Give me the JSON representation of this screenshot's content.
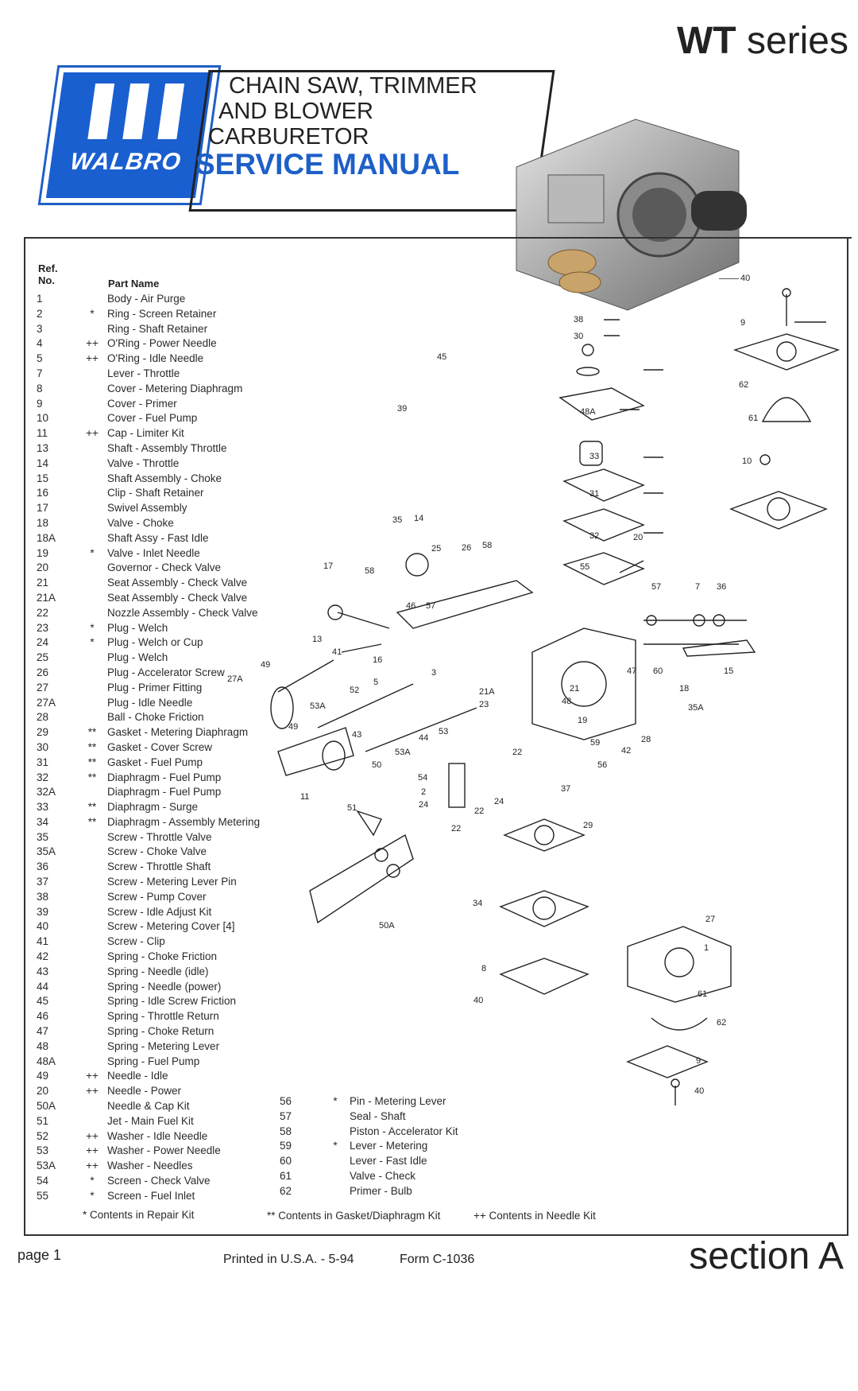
{
  "header": {
    "series_bold": "WT",
    "series_rest": "series",
    "logo_text": "WALBRO",
    "title_lines": [
      "CHAIN SAW, TRIMMER",
      "AND BLOWER",
      "CARBURETOR"
    ],
    "manual_title": "SERVICE MANUAL"
  },
  "table": {
    "ref_header_1": "Ref.",
    "ref_header_2": "No.",
    "name_header": "Part Name",
    "left": [
      {
        "no": "1",
        "mark": "",
        "name": "Body - Air Purge"
      },
      {
        "no": "2",
        "mark": "*",
        "name": "Ring - Screen Retainer"
      },
      {
        "no": "3",
        "mark": "",
        "name": "Ring - Shaft Retainer"
      },
      {
        "no": "4",
        "mark": "++",
        "name": "O'Ring - Power Needle"
      },
      {
        "no": "5",
        "mark": "++",
        "name": "O'Ring - Idle Needle"
      },
      {
        "no": "7",
        "mark": "",
        "name": "Lever - Throttle"
      },
      {
        "no": "8",
        "mark": "",
        "name": "Cover - Metering Diaphragm"
      },
      {
        "no": "9",
        "mark": "",
        "name": "Cover - Primer"
      },
      {
        "no": "10",
        "mark": "",
        "name": "Cover - Fuel Pump"
      },
      {
        "no": "11",
        "mark": "++",
        "name": "Cap - Limiter Kit"
      },
      {
        "no": "13",
        "mark": "",
        "name": "Shaft - Assembly Throttle"
      },
      {
        "no": "14",
        "mark": "",
        "name": "Valve - Throttle"
      },
      {
        "no": "15",
        "mark": "",
        "name": "Shaft Assembly - Choke"
      },
      {
        "no": "16",
        "mark": "",
        "name": "Clip - Shaft Retainer"
      },
      {
        "no": "17",
        "mark": "",
        "name": "Swivel Assembly"
      },
      {
        "no": "18",
        "mark": "",
        "name": "Valve - Choke"
      },
      {
        "no": "18A",
        "mark": "",
        "name": "Shaft Assy - Fast Idle"
      },
      {
        "no": "19",
        "mark": "*",
        "name": "Valve - Inlet Needle"
      },
      {
        "no": "20",
        "mark": "",
        "name": "Governor - Check Valve"
      },
      {
        "no": "21",
        "mark": "",
        "name": "Seat Assembly - Check Valve"
      },
      {
        "no": "21A",
        "mark": "",
        "name": "Seat Assembly - Check Valve"
      },
      {
        "no": "22",
        "mark": "",
        "name": "Nozzle Assembly - Check Valve"
      },
      {
        "no": "23",
        "mark": "*",
        "name": "Plug - Welch"
      },
      {
        "no": "24",
        "mark": "*",
        "name": "Plug - Welch or Cup"
      },
      {
        "no": "25",
        "mark": "",
        "name": "Plug - Welch"
      },
      {
        "no": "26",
        "mark": "",
        "name": "Plug - Accelerator Screw"
      },
      {
        "no": "27",
        "mark": "",
        "name": "Plug - Primer Fitting"
      },
      {
        "no": "27A",
        "mark": "",
        "name": "Plug - Idle Needle"
      },
      {
        "no": "28",
        "mark": "",
        "name": "Ball - Choke Friction"
      },
      {
        "no": "29",
        "mark": "**",
        "name": "Gasket - Metering Diaphragm"
      },
      {
        "no": "30",
        "mark": "**",
        "name": "Gasket - Cover Screw"
      },
      {
        "no": "31",
        "mark": "**",
        "name": "Gasket - Fuel Pump"
      },
      {
        "no": "32",
        "mark": "**",
        "name": "Diaphragm - Fuel Pump"
      },
      {
        "no": "32A",
        "mark": "",
        "name": "Diaphragm - Fuel Pump"
      },
      {
        "no": "33",
        "mark": "**",
        "name": "Diaphragm - Surge"
      },
      {
        "no": "34",
        "mark": "**",
        "name": "Diaphragm - Assembly Metering"
      },
      {
        "no": "35",
        "mark": "",
        "name": "Screw - Throttle Valve"
      },
      {
        "no": "35A",
        "mark": "",
        "name": "Screw - Choke Valve"
      },
      {
        "no": "36",
        "mark": "",
        "name": "Screw - Throttle Shaft"
      },
      {
        "no": "37",
        "mark": "",
        "name": "Screw - Metering Lever Pin"
      },
      {
        "no": "38",
        "mark": "",
        "name": "Screw - Pump Cover"
      },
      {
        "no": "39",
        "mark": "",
        "name": "Screw - Idle Adjust Kit"
      },
      {
        "no": "40",
        "mark": "",
        "name": "Screw - Metering Cover    [4]"
      },
      {
        "no": "41",
        "mark": "",
        "name": "Screw - Clip"
      },
      {
        "no": "42",
        "mark": "",
        "name": "Spring - Choke Friction"
      },
      {
        "no": "43",
        "mark": "",
        "name": "Spring - Needle (idle)"
      },
      {
        "no": "44",
        "mark": "",
        "name": "Spring - Needle (power)"
      },
      {
        "no": "45",
        "mark": "",
        "name": "Spring - Idle Screw Friction"
      },
      {
        "no": "46",
        "mark": "",
        "name": "Spring - Throttle Return"
      },
      {
        "no": "47",
        "mark": "",
        "name": "Spring - Choke Return"
      },
      {
        "no": "48",
        "mark": "",
        "name": "Spring - Metering Lever"
      },
      {
        "no": "48A",
        "mark": "",
        "name": "Spring - Fuel Pump"
      },
      {
        "no": "49",
        "mark": "++",
        "name": "Needle - Idle"
      },
      {
        "no": "20",
        "mark": "++",
        "name": "Needle - Power"
      },
      {
        "no": "50A",
        "mark": "",
        "name": "Needle & Cap Kit"
      },
      {
        "no": "51",
        "mark": "",
        "name": "Jet - Main Fuel Kit"
      },
      {
        "no": "52",
        "mark": "++",
        "name": "Washer - Idle Needle"
      },
      {
        "no": "53",
        "mark": "++",
        "name": "Washer - Power Needle"
      },
      {
        "no": "53A",
        "mark": "++",
        "name": "Washer - Needles"
      },
      {
        "no": "54",
        "mark": "*",
        "name": "Screen - Check Valve"
      },
      {
        "no": "55",
        "mark": "*",
        "name": "Screen - Fuel Inlet"
      }
    ],
    "right": [
      {
        "no": "56",
        "mark": "*",
        "name": "Pin - Metering Lever"
      },
      {
        "no": "57",
        "mark": "",
        "name": "Seal - Shaft"
      },
      {
        "no": "58",
        "mark": "",
        "name": "Piston - Accelerator Kit"
      },
      {
        "no": "59",
        "mark": "*",
        "name": "Lever - Metering"
      },
      {
        "no": "60",
        "mark": "",
        "name": "Lever - Fast Idle"
      },
      {
        "no": "61",
        "mark": "",
        "name": "Valve - Check"
      },
      {
        "no": "62",
        "mark": "",
        "name": "Primer - Bulb"
      }
    ]
  },
  "legend": {
    "repair": "*     Contents in Repair Kit",
    "gasket": "**  Contents in Gasket/Diaphragm Kit",
    "needle": "++  Contents in Needle Kit"
  },
  "diagram_labels": [
    "40",
    "9",
    "38",
    "30",
    "62",
    "61",
    "10",
    "45",
    "39",
    "48A",
    "33",
    "31",
    "32",
    "35",
    "14",
    "25",
    "26",
    "58",
    "55",
    "20",
    "57",
    "7",
    "36",
    "17",
    "58",
    "46",
    "57",
    "13",
    "41",
    "16",
    "3",
    "47",
    "60",
    "15",
    "49",
    "27A",
    "5",
    "52",
    "21A",
    "23",
    "21",
    "48",
    "18",
    "53A",
    "35A",
    "49",
    "43",
    "53",
    "44",
    "19",
    "59",
    "22",
    "28",
    "42",
    "53A",
    "50",
    "56",
    "11",
    "54",
    "2",
    "24",
    "37",
    "51",
    "24",
    "22",
    "22",
    "29",
    "34",
    "27",
    "50A",
    "1",
    "8",
    "40",
    "61",
    "62",
    "9",
    "40"
  ],
  "footer": {
    "page": "page 1",
    "printed": "Printed in U.S.A. - 5-94",
    "form": "Form C-1036",
    "section": "section A"
  }
}
